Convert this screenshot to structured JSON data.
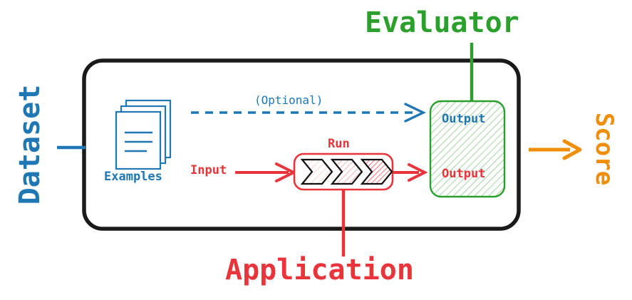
{
  "diagram": {
    "title_labels": {
      "dataset": "Dataset",
      "evaluator": "Evaluator",
      "application": "Application",
      "score": "Score"
    },
    "inner_labels": {
      "examples": "Examples",
      "optional": "(Optional)",
      "input": "Input",
      "run": "Run",
      "output_top": "Output",
      "output_bottom": "Output"
    },
    "colors": {
      "blue": "#1f77b4",
      "red": "#e8343a",
      "green": "#2ca02c",
      "orange": "#ef8e09",
      "black": "#1a1a1a",
      "white": "#ffffff"
    },
    "nodes": {
      "outer_container": {
        "name": "evaluation-run-container",
        "stroke": "#1a1a1a"
      },
      "examples_icon": {
        "name": "stacked-documents-icon",
        "stroke": "#1f77b4",
        "sheets": 3,
        "text_lines": 3
      },
      "run_box": {
        "name": "application-run-box",
        "stroke": "#e8343a",
        "chevrons": 3
      },
      "output_box": {
        "name": "evaluator-output-box",
        "stroke": "#2ca02c",
        "fill": "#2ca02c"
      }
    },
    "connectors": {
      "dataset_to_container": {
        "style": "solid",
        "color": "#1f77b4"
      },
      "examples_to_output": {
        "style": "dashed",
        "color": "#1f77b4",
        "label": "(Optional)"
      },
      "input_to_run": {
        "style": "solid",
        "color": "#e8343a"
      },
      "run_to_output": {
        "style": "solid",
        "color": "#e8343a"
      },
      "evaluator_to_output": {
        "style": "solid",
        "color": "#2ca02c"
      },
      "run_to_application": {
        "style": "solid",
        "color": "#e8343a"
      },
      "output_to_score": {
        "style": "solid",
        "color": "#ef8e09"
      }
    }
  }
}
